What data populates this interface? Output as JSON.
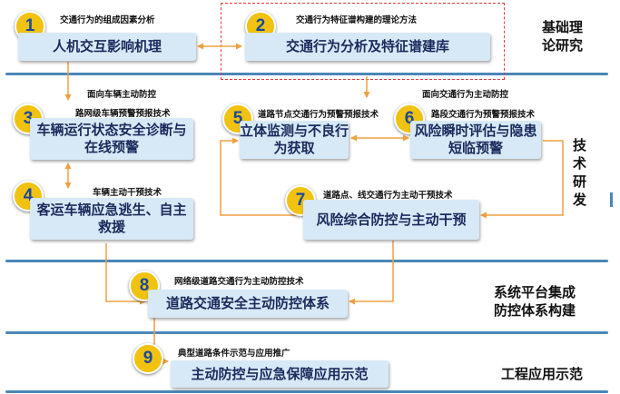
{
  "colors": {
    "box_fill": "#d7e9f6",
    "badge": "#f1c20f",
    "arrow": "#f0a040",
    "rule": "#4a87b8",
    "dashed_border": "#e23a3a"
  },
  "nodes": [
    {
      "number": "1",
      "caption": "交通行为的组成因素分析",
      "text": "人机交互影响机理"
    },
    {
      "number": "2",
      "caption": "交通行为特征谱构建的理论方法",
      "text": "交通行为分析及特征谱建库"
    },
    {
      "number": "3",
      "caption": "路网级车辆预警预报技术",
      "text": "车辆运行状态安全诊断与在线预警"
    },
    {
      "number": "4",
      "caption": "车辆主动干预技术",
      "text": "客运车辆应急逃生、自主救援"
    },
    {
      "number": "5",
      "caption": "道路节点交通行为预警预报技术",
      "text": "立体监测与不良行为获取"
    },
    {
      "number": "6",
      "caption": "路段交通行为预警预报技术",
      "text": "风险瞬时评估与隐患短临预警"
    },
    {
      "number": "7",
      "caption": "道路点、线交通行为主动干预技术",
      "text": "风险综合防控与主动干预"
    },
    {
      "number": "8",
      "caption": "网络级道路交通行为主动防控技术",
      "text": "道路交通安全主动防控体系"
    },
    {
      "number": "9",
      "caption": "典型道路条件示范与应用推广",
      "text": "主动防控与应急保障应用示范"
    }
  ],
  "group_captions": {
    "vehicle": "面向车辆主动防控",
    "traffic": "面向交通行为主动防控"
  },
  "side_labels": {
    "foundation_line1": "基础理",
    "foundation_line2": "论研究",
    "tech_line1": "技",
    "tech_line2": "术",
    "tech_line3": "研",
    "tech_line4": "发",
    "platform_line1": "系统平台集成",
    "platform_line2": "防控体系构建",
    "application": "工程应用示范"
  }
}
